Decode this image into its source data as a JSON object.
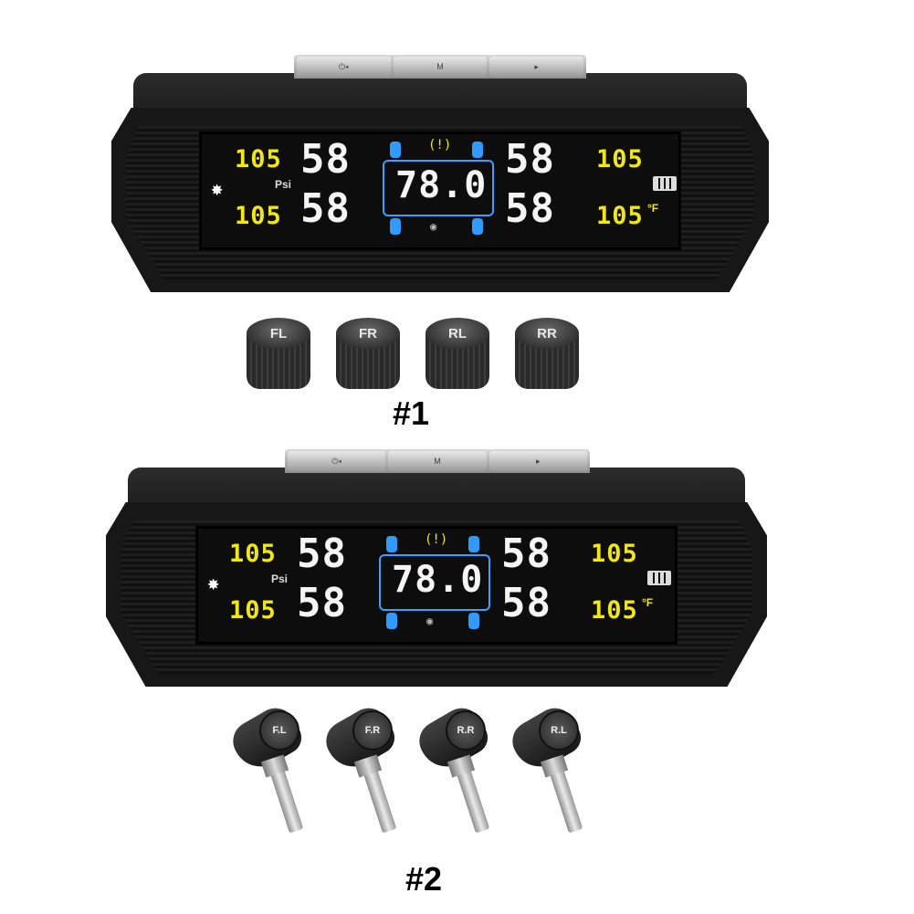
{
  "unit1": {
    "buttons": [
      "⏻◂",
      "M",
      "▸"
    ],
    "tl_temp": "105",
    "bl_temp": "105",
    "tl_pressure": "58",
    "bl_pressure": "58",
    "center_value": "78.0",
    "tr_pressure": "58",
    "br_pressure": "58",
    "tr_temp": "105",
    "br_temp": "105",
    "unit_psi": "Psi",
    "unit_temp": "°F",
    "sun_icon": "sun-icon",
    "battery_icon": "battery-icon"
  },
  "sensors1": [
    "FL",
    "FR",
    "RL",
    "RR"
  ],
  "caption1": "#1",
  "unit2": {
    "buttons": [
      "⏻◂",
      "M",
      "▸"
    ],
    "tl_temp": "105",
    "bl_temp": "105",
    "tl_pressure": "58",
    "bl_pressure": "58",
    "center_value": "78.0",
    "tr_pressure": "58",
    "br_pressure": "58",
    "tr_temp": "105",
    "br_temp": "105",
    "unit_psi": "Psi",
    "unit_temp": "°F"
  },
  "sensors2": [
    "F.L",
    "F.R",
    "R.R",
    "R.L"
  ],
  "caption2": "#2",
  "colors": {
    "lcd_yellow": "#f1e80f",
    "lcd_blue": "#2f9bff",
    "lcd_white": "#f5f5f5"
  }
}
